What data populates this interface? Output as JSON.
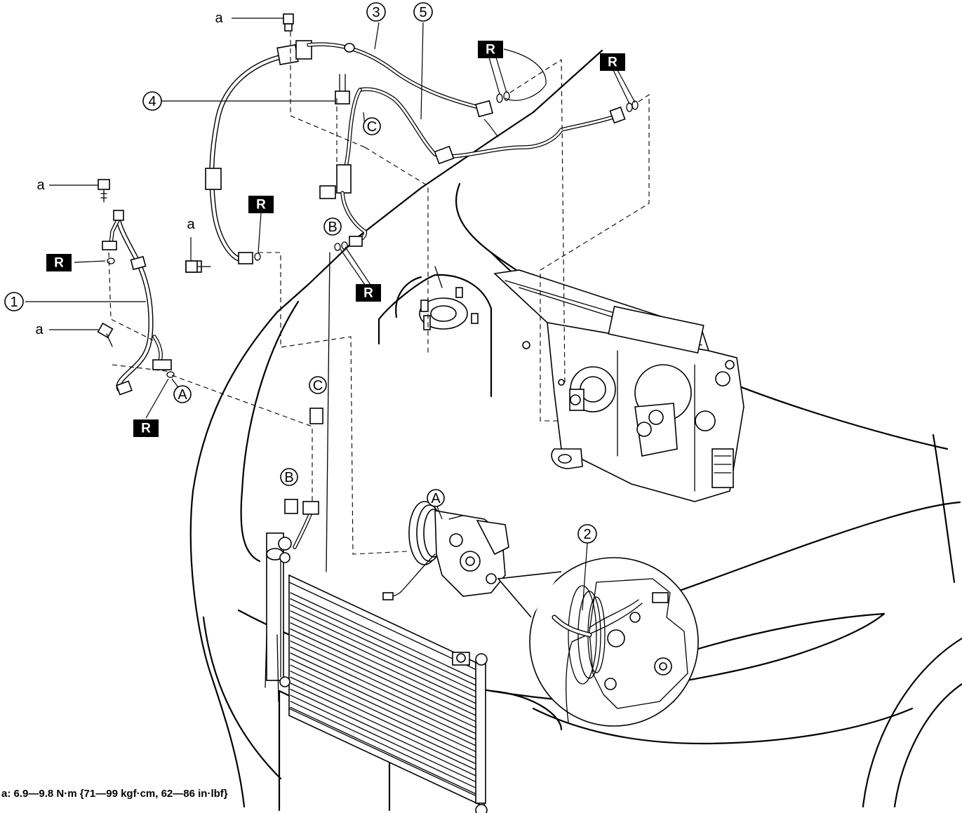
{
  "figure": {
    "spec_text": "a: 6.9—9.8 N·m {71—99 kgf·cm, 62—86 in·lbf}",
    "bolt_letter": "a",
    "replace_marker": "R",
    "callouts": [
      "1",
      "2",
      "3",
      "4",
      "5"
    ],
    "connection_letters": [
      "A",
      "B",
      "C"
    ]
  }
}
